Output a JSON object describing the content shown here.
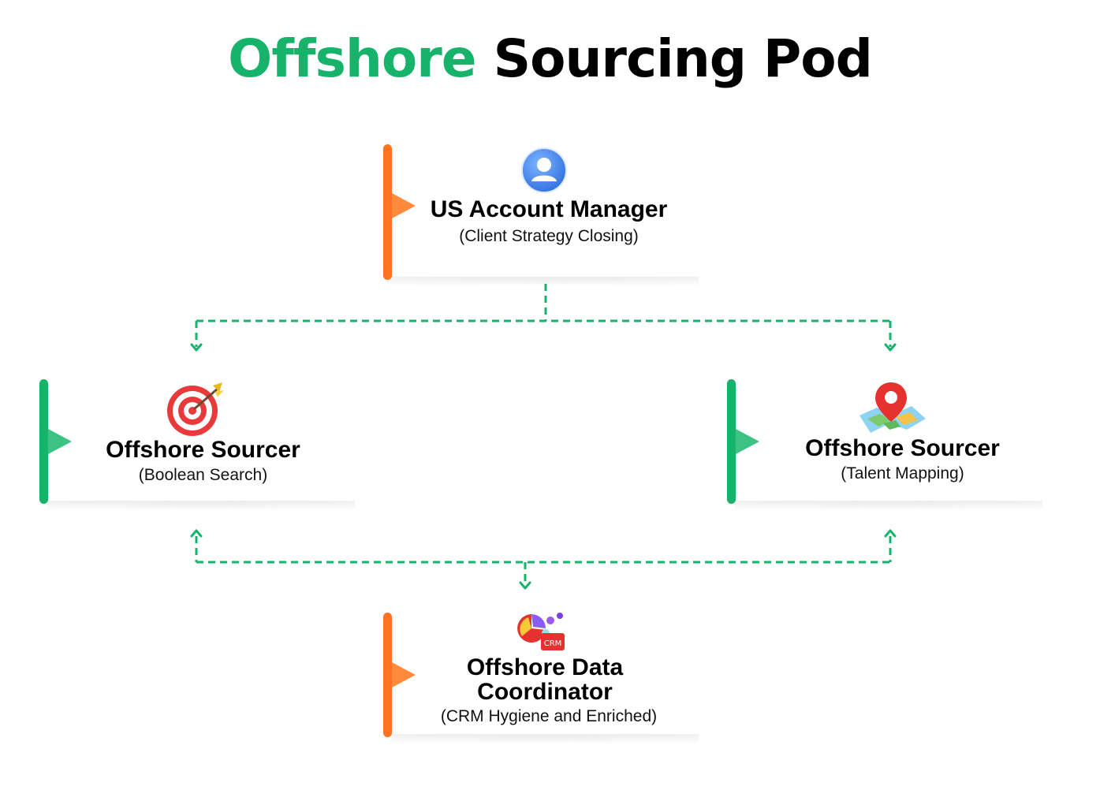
{
  "title": {
    "accent": "Offshore",
    "rest": "Sourcing Pod"
  },
  "nodes": {
    "manager": {
      "title": "US Account Manager",
      "subtitle": "(Client Strategy Closing)",
      "icon": "user-avatar-icon",
      "accent_color": "#ff7322"
    },
    "sourcer_boolean": {
      "title": "Offshore Sourcer",
      "subtitle": "(Boolean Search)",
      "icon": "target-dart-icon",
      "accent_color": "#17b36b"
    },
    "sourcer_mapping": {
      "title": "Offshore Sourcer",
      "subtitle": "(Talent Mapping)",
      "icon": "map-pin-icon",
      "accent_color": "#17b36b"
    },
    "coordinator": {
      "title_line1": "Offshore Data",
      "title_line2": "Coordinator",
      "subtitle": "(CRM Hygiene and Enriched)",
      "icon": "crm-data-icon",
      "icon_badge": "CRM",
      "accent_color": "#ff7322"
    }
  },
  "colors": {
    "brand_green": "#17b36b",
    "brand_orange": "#ff7322",
    "connector": "#17b36b"
  }
}
